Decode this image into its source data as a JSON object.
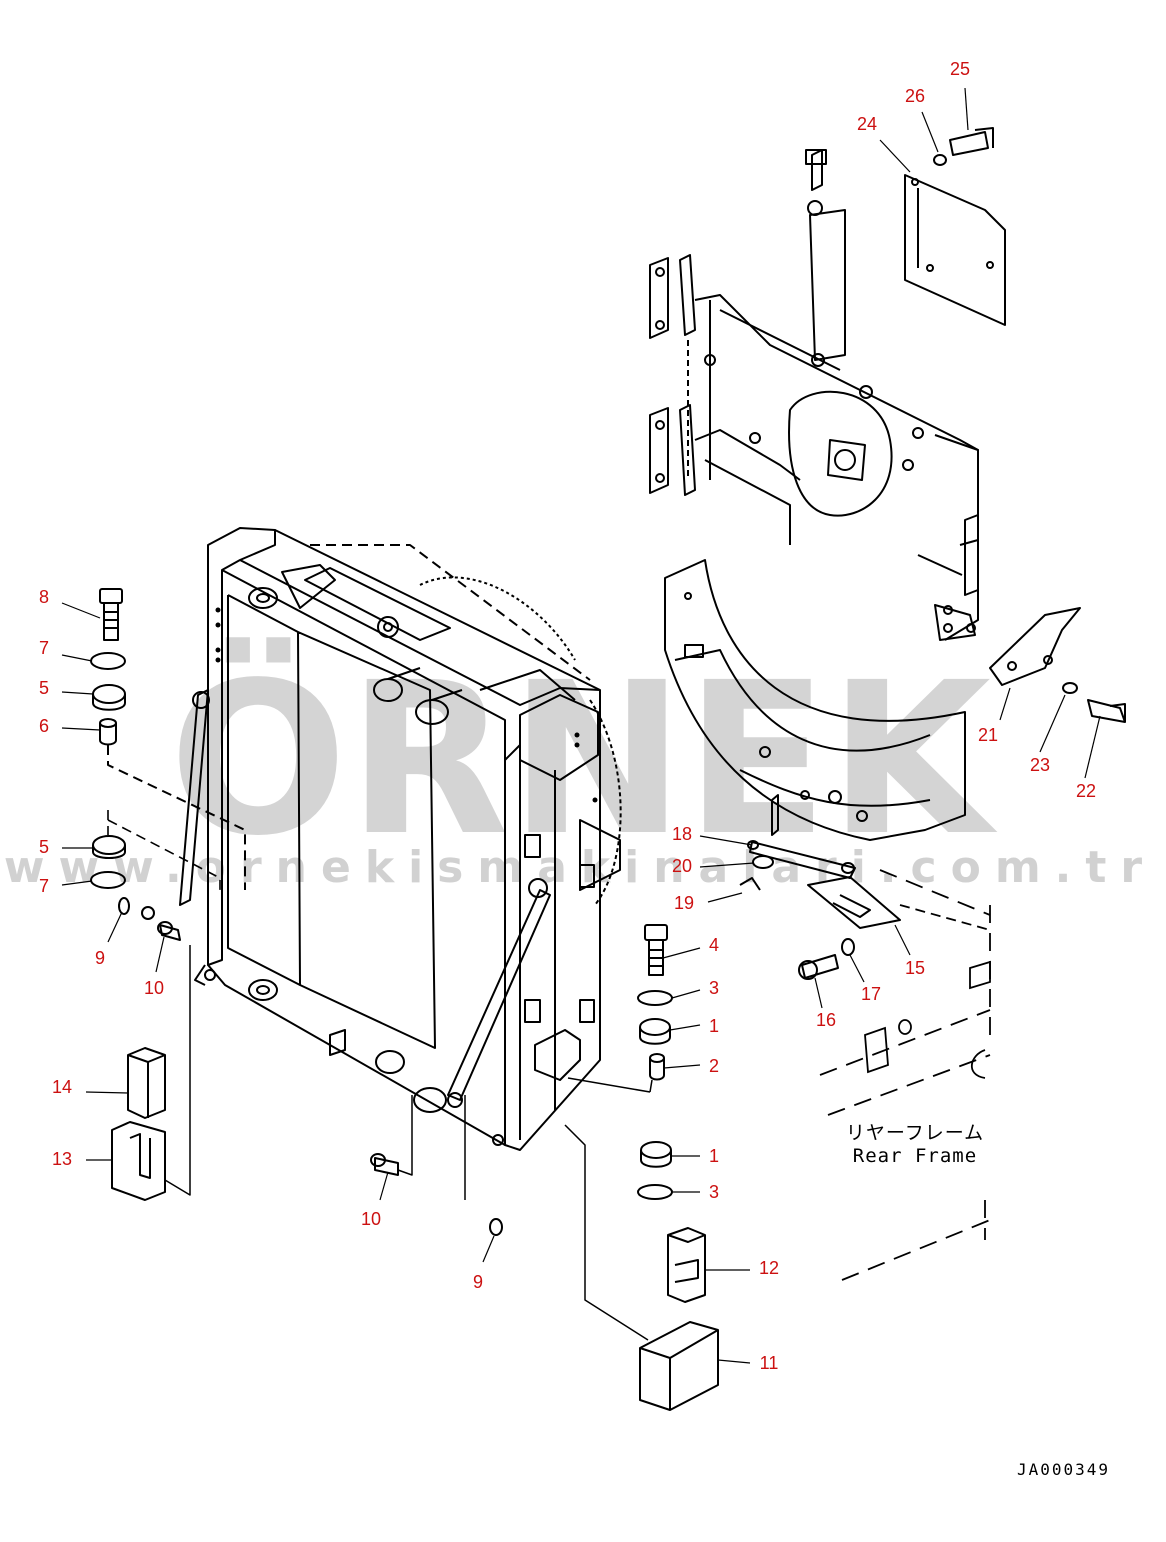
{
  "colors": {
    "callout": "#cc1111",
    "line": "#000000",
    "watermark": "#c9c9c9",
    "watermark_accent": "#f1cd55"
  },
  "watermark": {
    "brand": "ÖRNEK",
    "url": "www.ornekismakinalari.com.tr"
  },
  "frame_label": {
    "japanese": "リヤーフレーム",
    "english": "Rear Frame"
  },
  "doc_id": "JA000349",
  "callouts": {
    "c1a": "1",
    "c1b": "1",
    "c2": "2",
    "c3a": "3",
    "c3b": "3",
    "c4": "4",
    "c5a": "5",
    "c5b": "5",
    "c6": "6",
    "c7a": "7",
    "c7b": "7",
    "c8": "8",
    "c9a": "9",
    "c9b": "9",
    "c10a": "10",
    "c10b": "10",
    "c11": "11",
    "c12": "12",
    "c13": "13",
    "c14": "14",
    "c15": "15",
    "c16": "16",
    "c17": "17",
    "c18": "18",
    "c19": "19",
    "c20": "20",
    "c21": "21",
    "c22": "22",
    "c23": "23",
    "c24": "24",
    "c25": "25",
    "c26": "26"
  }
}
